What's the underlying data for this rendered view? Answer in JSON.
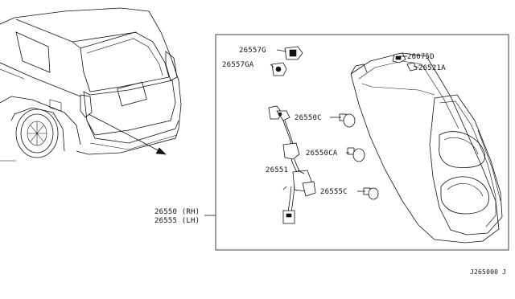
{
  "diagram": {
    "parts": {
      "p26557G": "26557G",
      "p26557GA": "26557GA",
      "p26075D": "26075D",
      "p26521A": "26521A",
      "p26550C": "26550C",
      "p26550CA": "26550CA",
      "p26551": "26551",
      "p26555C": "26555C"
    },
    "assembly": {
      "rh": "26550 (RH)",
      "lh": "26555 (LH)"
    },
    "drawing_code": "J265000 J"
  }
}
